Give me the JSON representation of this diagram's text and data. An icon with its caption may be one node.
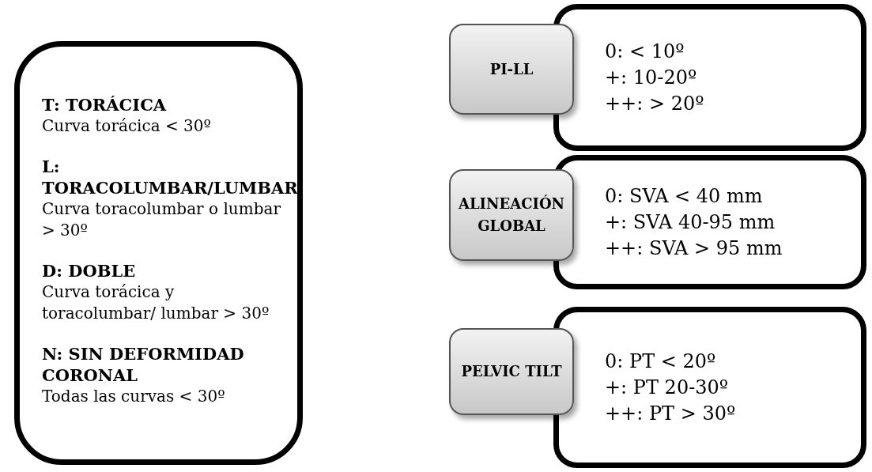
{
  "diagram": {
    "nodes": [
      {
        "text": [
          "T: TORÁCICA",
          "Curva torácica < 30º",
          "L: TORACOLUMBAR/LUMBAR",
          "Curva toracolumbar o lumbar > 30º",
          "D: DOBLE",
          "Curva torácica y toracolumbar/ lumbar > 30º",
          "N: SIN DEFORMIDAD CORONAL",
          "Todas las curvas < 30º"
        ]
      },
      {
        "text": [
          "PI-LL"
        ]
      },
      {
        "text": [
          "0: < 10º",
          "+: 10-20º",
          "++: > 20º"
        ]
      },
      {
        "text": [
          "ALINEACIÓN GLOBAL"
        ]
      },
      {
        "text": [
          "0: SVA < 40 mm",
          "+: SVA 40-95 mm",
          "++: SVA > 95 mm"
        ]
      },
      {
        "text": [
          "PELVIC TILT"
        ]
      },
      {
        "text": [
          "0: PT < 20º",
          "+: PT 20-30º",
          "++: PT > 30º"
        ]
      }
    ]
  }
}
